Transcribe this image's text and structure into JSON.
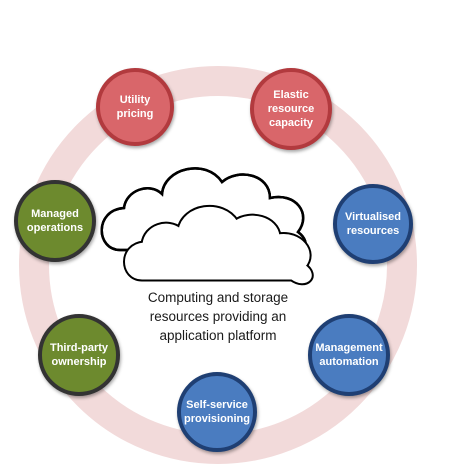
{
  "diagram": {
    "center_caption": "Computing and storage\nresources providing an\napplication platform",
    "nodes": [
      {
        "id": "utility-pricing",
        "label": "Utility\npricing",
        "color": "#d9666a",
        "group": "red"
      },
      {
        "id": "elastic-capacity",
        "label": "Elastic\nresource\ncapacity",
        "color": "#d9666a",
        "group": "red"
      },
      {
        "id": "virtualised-resources",
        "label": "Virtualised\nresources",
        "color": "#4a7cc0",
        "group": "blue"
      },
      {
        "id": "management-automation",
        "label": "Management\nautomation",
        "color": "#4a7cc0",
        "group": "blue"
      },
      {
        "id": "self-service",
        "label": "Self-service\nprovisioning",
        "color": "#4a7cc0",
        "group": "blue"
      },
      {
        "id": "third-party-ownership",
        "label": "Third-party\nownership",
        "color": "#6d8a2e",
        "group": "green"
      },
      {
        "id": "managed-operations",
        "label": "Managed\noperations",
        "color": "#6d8a2e",
        "group": "green"
      }
    ],
    "colors": {
      "ring": "#f2dada",
      "red_border": "#b23a3e",
      "blue_border": "#1f3f73",
      "green_border": "#333333",
      "cloud_stroke": "#000000",
      "cloud_fill": "#ffffff"
    }
  }
}
